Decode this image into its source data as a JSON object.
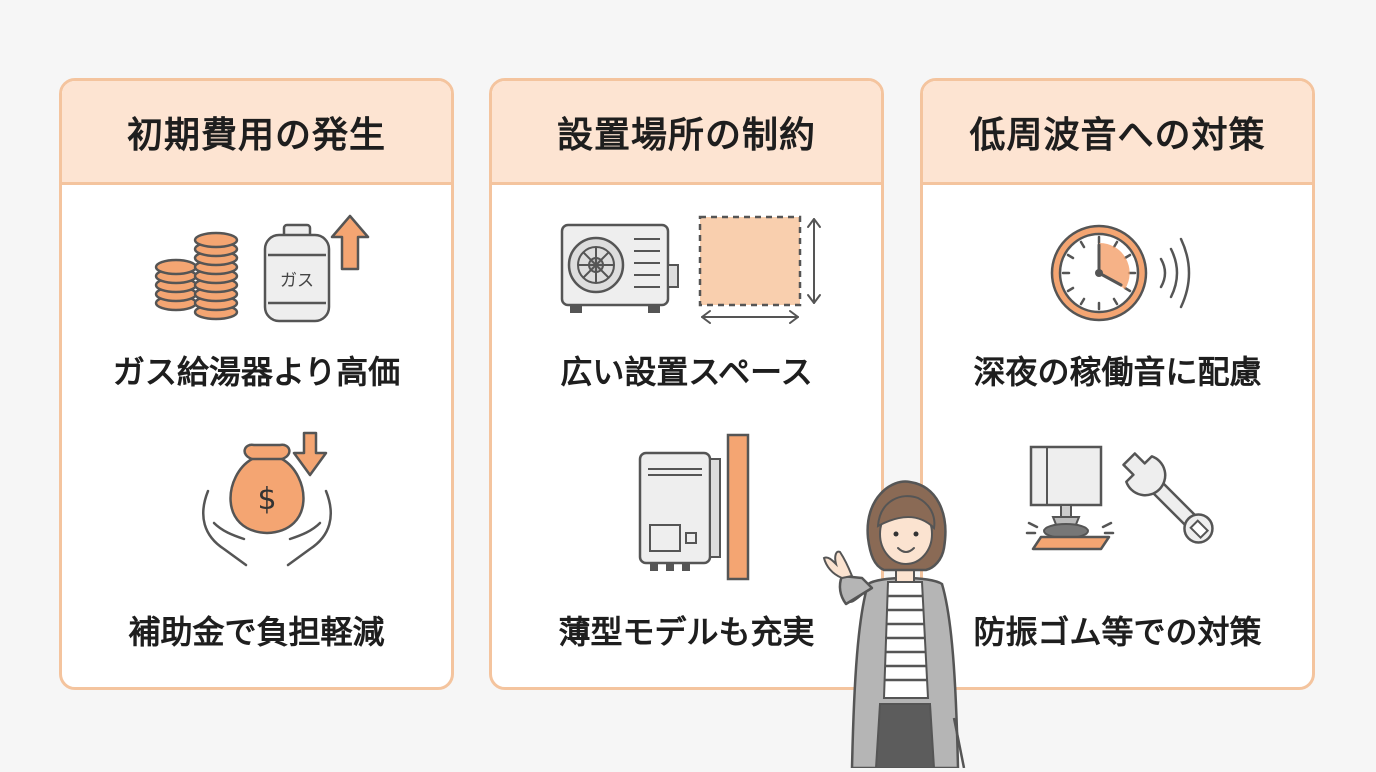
{
  "colors": {
    "accent": "#f4a572",
    "accent_light": "#fde4d2",
    "border": "#f4c49e",
    "stroke": "#555555",
    "text": "#1e1e1e"
  },
  "cards": [
    {
      "title": "初期費用の発生",
      "items": [
        {
          "icon": "coins-gas-cylinder-price-up-icon",
          "gas_label": "ガス",
          "caption": "ガス給湯器より高価"
        },
        {
          "icon": "money-bag-hands-price-down-icon",
          "bag_symbol": "$",
          "caption": "補助金で負担軽減"
        }
      ]
    },
    {
      "title": "設置場所の制約",
      "items": [
        {
          "icon": "outdoor-unit-space-icon",
          "caption": "広い設置スペース"
        },
        {
          "icon": "slim-unit-against-wall-icon",
          "caption": "薄型モデルも充実"
        }
      ]
    },
    {
      "title": "低周波音への対策",
      "items": [
        {
          "icon": "clock-sound-waves-icon",
          "caption": "深夜の稼働音に配慮"
        },
        {
          "icon": "vibration-pad-wrench-icon",
          "caption": "防振ゴム等での対策"
        }
      ]
    }
  ],
  "presenter": {
    "icon": "presenter-woman-icon"
  }
}
